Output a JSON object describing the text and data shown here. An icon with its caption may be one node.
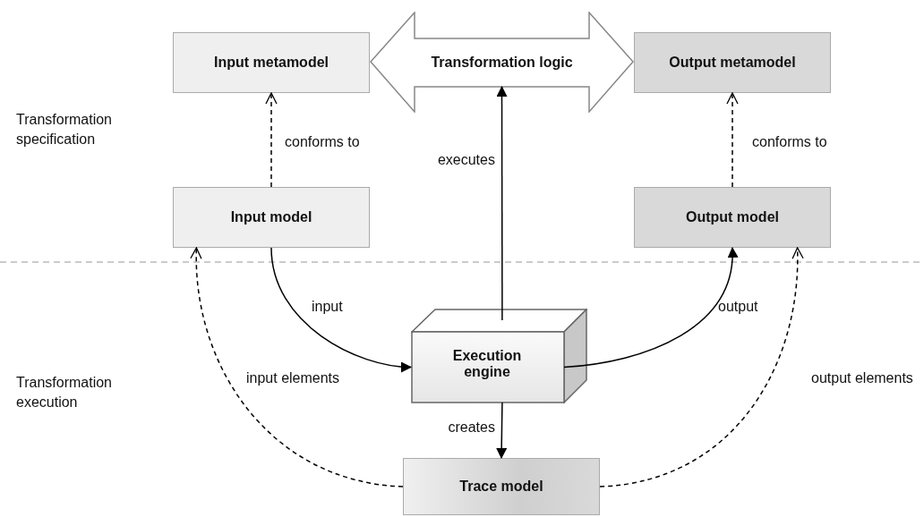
{
  "diagram": {
    "nodes": [
      {
        "text": [
          "Input metamodel"
        ]
      },
      {
        "text": [
          "Transformation logic"
        ]
      },
      {
        "text": [
          "Output metamodel"
        ]
      },
      {
        "text": [
          "Input model"
        ]
      },
      {
        "text": [
          "Output model"
        ]
      },
      {
        "text": [
          "Execution engine"
        ]
      },
      {
        "text": [
          "Trace model"
        ]
      }
    ],
    "edges": [
      {
        "from": 3,
        "to": 0,
        "arrow": "to",
        "label": "conforms to",
        "style": "dashed"
      },
      {
        "from": 4,
        "to": 2,
        "arrow": "to",
        "label": "conforms to",
        "style": "dashed"
      },
      {
        "from": 5,
        "to": 1,
        "arrow": "to",
        "label": "executes"
      },
      {
        "from": 3,
        "to": 5,
        "arrow": "to",
        "label": "input"
      },
      {
        "from": 5,
        "to": 4,
        "arrow": "to",
        "label": "output"
      },
      {
        "from": 5,
        "to": 6,
        "arrow": "to",
        "label": "creates"
      },
      {
        "from": 6,
        "to": 3,
        "arrow": "to",
        "label": "input elements",
        "style": "dashed"
      },
      {
        "from": 6,
        "to": 4,
        "arrow": "to",
        "label": "output elements",
        "style": "dashed"
      }
    ],
    "labels": [
      "Transformation specification",
      "Transformation execution"
    ]
  }
}
